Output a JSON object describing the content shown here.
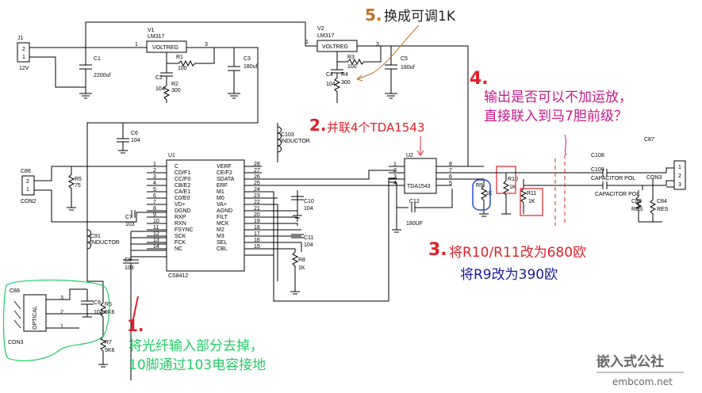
{
  "annotations": {
    "a5_num": "5.",
    "a5_text": "换成可调1K",
    "a4_num": "4.",
    "a4_line1": "输出是否可以不加运放，",
    "a4_line2": "直接联入到马7胆前级？",
    "a2_num": "2.",
    "a2_text": "并联4个TDA1543",
    "a3_num": "3.",
    "a3_line1": "将R10/R11改为680欧",
    "a3_line2": "将R9改为390欧",
    "a1_num": "1.",
    "a1_line1": "将光纤输入部分去掉，",
    "a1_line2": "10脚通过103电容接地"
  },
  "watermark": {
    "main": "嵌入式公社",
    "sub": "embcom.net"
  },
  "components": {
    "j1": "J1",
    "j1_pin1": "2",
    "j1_pin2": "1",
    "j1_volt": "12V",
    "c1": "C1",
    "c1_val": "2200uf",
    "v1": "V1",
    "v1_part": "LM317",
    "v1_box": "VOLTREG",
    "v1_p1": "1",
    "v1_p3": "3",
    "r1": "R1",
    "r1_val": "100",
    "c2": "C2",
    "c2_val": "104",
    "r2": "R2",
    "r2_val": "300",
    "c3": "C3",
    "c3_val": "180uf",
    "v2": "V2",
    "v2_part": "LM317",
    "v2_box": "VOLTREG",
    "v2_p1": "1",
    "v2_p3": "3",
    "r3": "R3",
    "r3_val": "100",
    "c4": "C4",
    "c4_val": "104",
    "r4": "R4",
    "r4_val": "300",
    "c5": "C5",
    "c5_val": "180uf",
    "c6": "C6",
    "c6_val": "104",
    "c103": "C103",
    "c103_val": "INDUCTOR",
    "u1": "U1",
    "u1_part": "CS8412",
    "u1_left": [
      {
        "n": "1",
        "s": "C"
      },
      {
        "n": "2",
        "s": "CD/F1"
      },
      {
        "n": "3",
        "s": "CC/F0"
      },
      {
        "n": "4",
        "s": "CB/E2"
      },
      {
        "n": "5",
        "s": "CA/E1"
      },
      {
        "n": "6",
        "s": "C0/E0"
      },
      {
        "n": "7",
        "s": "VD+"
      },
      {
        "n": "8",
        "s": "DGND"
      },
      {
        "n": "9",
        "s": "RXP"
      },
      {
        "n": "10",
        "s": "RXN"
      },
      {
        "n": "11",
        "s": "FSYNC"
      },
      {
        "n": "12",
        "s": "SCK"
      },
      {
        "n": "13",
        "s": "FCK"
      },
      {
        "n": "14",
        "s": "NC"
      }
    ],
    "u1_right": [
      {
        "n": "28",
        "s": "VERF"
      },
      {
        "n": "27",
        "s": "CE/F2"
      },
      {
        "n": "26",
        "s": "SDATA"
      },
      {
        "n": "25",
        "s": "ERF"
      },
      {
        "n": "24",
        "s": "M1"
      },
      {
        "n": "23",
        "s": "M0"
      },
      {
        "n": "22",
        "s": "VA+"
      },
      {
        "n": "21",
        "s": "AGND"
      },
      {
        "n": "20",
        "s": "FILT"
      },
      {
        "n": "19",
        "s": "MCK"
      },
      {
        "n": "18",
        "s": "M2"
      },
      {
        "n": "17",
        "s": "M3"
      },
      {
        "n": "16",
        "s": "SEL"
      },
      {
        "n": "15",
        "s": "CBL"
      }
    ],
    "c86": "C86",
    "con2": "CON2",
    "con2_p1": "2",
    "con2_p2": "1",
    "r5": "R5",
    "r5_val": "75",
    "c7": "C7",
    "c7_val": "103",
    "c91": "C91",
    "c91_val": "INDUCTOR",
    "c8": "C8",
    "c8_val": "103",
    "c10": "C10",
    "c10_val": "104",
    "c11": "C11",
    "c11_val": "104",
    "r8": "R8",
    "r8_val": "1K",
    "u2": "U2",
    "u2_part": "TDA1543",
    "u2_left": [
      "1",
      "2",
      "3",
      "4"
    ],
    "u2_right": [
      "8",
      "7",
      "6",
      "5"
    ],
    "c12": "C12",
    "c12_val": "180UF",
    "r9": "R9",
    "r9_val": "1K",
    "r10": "R10",
    "r10_val": "1K",
    "r11": "R11",
    "r11_val": "1K",
    "c108": "C108",
    "c109": "C109",
    "cap_pol1": "CAPACITOR POL",
    "cap_pol2": "CAPACITOR POL",
    "c83": "C83",
    "c83_val": "RES",
    "c84": "C84",
    "c84_val": "RES",
    "c87": "C87",
    "con3": "CON3",
    "con3_pins": [
      "1",
      "2",
      "3"
    ],
    "c88": "C88",
    "optical": "OPTICAL",
    "con3b": "CON3",
    "opt_pins": [
      "3",
      "2",
      "1"
    ],
    "c9": "C9",
    "c9_val": "104",
    "r6": "R6",
    "r6_val": "5K6",
    "r7": "R7",
    "r7_val": "5K6"
  },
  "colors": {
    "red": "#e0202a",
    "magenta": "#c8188a",
    "blue": "#1a1a9a",
    "green": "#22cc66",
    "orange": "#c07020"
  }
}
